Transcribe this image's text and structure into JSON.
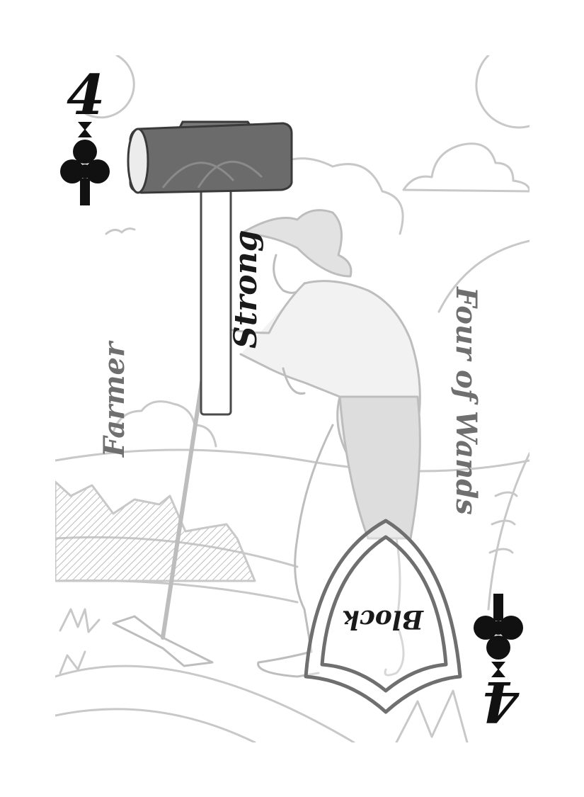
{
  "card": {
    "rank": "4",
    "suit_icon": "club-icon",
    "character": "Farmer",
    "suit_name": "Four of Wands",
    "weapon_label": "Strong",
    "shield_label": "Block"
  },
  "colors": {
    "ink": "#111111",
    "label_gray": "#6f6f6f",
    "line_gray": "#c4c4c4",
    "hammer_gray": "#6b6b6b"
  }
}
